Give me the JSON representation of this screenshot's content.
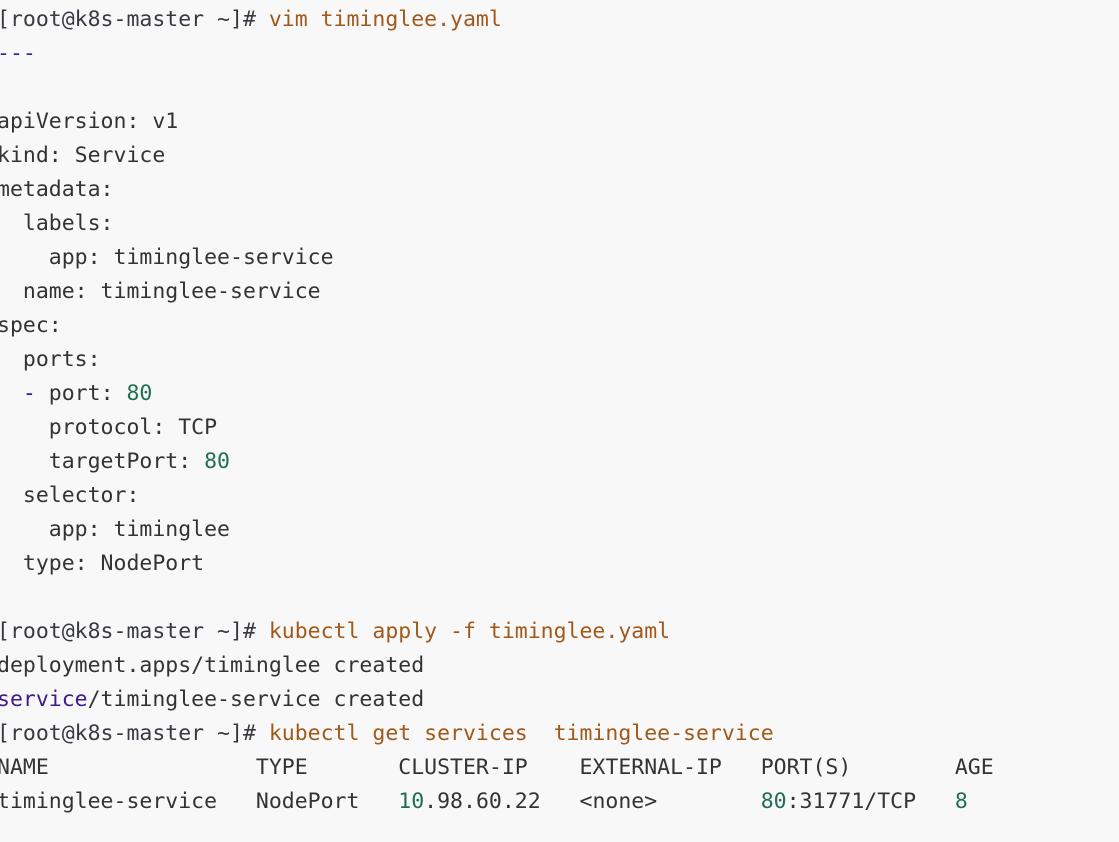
{
  "colors": {
    "background": "#f8f8f8",
    "text": "#333333",
    "command": "#a0591a",
    "number": "#1f6f50",
    "keyword": "#3d1b8c",
    "dash": "#1a1aa6"
  },
  "lines": [
    {
      "segments": [
        {
          "text": "[root@k8s-master ~]# ",
          "style": "prompt"
        },
        {
          "text": "vim timinglee.yaml",
          "style": "cmd"
        }
      ]
    },
    {
      "segments": [
        {
          "text": "---",
          "style": "doc"
        }
      ]
    },
    {
      "segments": [
        {
          "text": "",
          "style": "plain"
        }
      ]
    },
    {
      "segments": [
        {
          "text": "apiVersion: v1",
          "style": "plain"
        }
      ]
    },
    {
      "segments": [
        {
          "text": "kind: Service",
          "style": "plain"
        }
      ]
    },
    {
      "segments": [
        {
          "text": "metadata:",
          "style": "plain"
        }
      ]
    },
    {
      "segments": [
        {
          "text": "  labels:",
          "style": "plain"
        }
      ]
    },
    {
      "segments": [
        {
          "text": "    app: timinglee-service",
          "style": "plain"
        }
      ]
    },
    {
      "segments": [
        {
          "text": "  name: timinglee-service",
          "style": "plain"
        }
      ]
    },
    {
      "segments": [
        {
          "text": "spec:",
          "style": "plain"
        }
      ]
    },
    {
      "segments": [
        {
          "text": "  ports:",
          "style": "plain"
        }
      ]
    },
    {
      "segments": [
        {
          "text": "  ",
          "style": "plain"
        },
        {
          "text": "-",
          "style": "dash"
        },
        {
          "text": " port: ",
          "style": "plain"
        },
        {
          "text": "80",
          "style": "num"
        }
      ]
    },
    {
      "segments": [
        {
          "text": "    protocol: TCP",
          "style": "plain"
        }
      ]
    },
    {
      "segments": [
        {
          "text": "    targetPort: ",
          "style": "plain"
        },
        {
          "text": "80",
          "style": "num"
        }
      ]
    },
    {
      "segments": [
        {
          "text": "  selector:",
          "style": "plain"
        }
      ]
    },
    {
      "segments": [
        {
          "text": "    app: timinglee",
          "style": "plain"
        }
      ]
    },
    {
      "segments": [
        {
          "text": "  type: NodePort",
          "style": "plain"
        }
      ]
    },
    {
      "segments": [
        {
          "text": "",
          "style": "plain"
        }
      ]
    },
    {
      "segments": [
        {
          "text": "[root@k8s-master ~]# ",
          "style": "prompt"
        },
        {
          "text": "kubectl apply -f timinglee.yaml",
          "style": "cmd"
        }
      ]
    },
    {
      "segments": [
        {
          "text": "deployment.apps/timinglee created",
          "style": "plain"
        }
      ]
    },
    {
      "segments": [
        {
          "text": "service",
          "style": "kw"
        },
        {
          "text": "/timinglee-service created",
          "style": "plain"
        }
      ]
    },
    {
      "segments": [
        {
          "text": "[root@k8s-master ~]# ",
          "style": "prompt"
        },
        {
          "text": "kubectl get services  timinglee-service",
          "style": "cmd"
        }
      ]
    },
    {
      "segments": [
        {
          "text": "NAME                TYPE       CLUSTER-IP    EXTERNAL-IP   PORT(S)        AGE",
          "style": "plain"
        }
      ]
    },
    {
      "segments": [
        {
          "text": "timinglee-service   NodePort   ",
          "style": "plain"
        },
        {
          "text": "10",
          "style": "num"
        },
        {
          "text": ".98.60.22   <none>        ",
          "style": "plain"
        },
        {
          "text": "80",
          "style": "num"
        },
        {
          "text": ":31771/TCP   ",
          "style": "plain"
        },
        {
          "text": "8",
          "style": "num"
        }
      ]
    }
  ]
}
